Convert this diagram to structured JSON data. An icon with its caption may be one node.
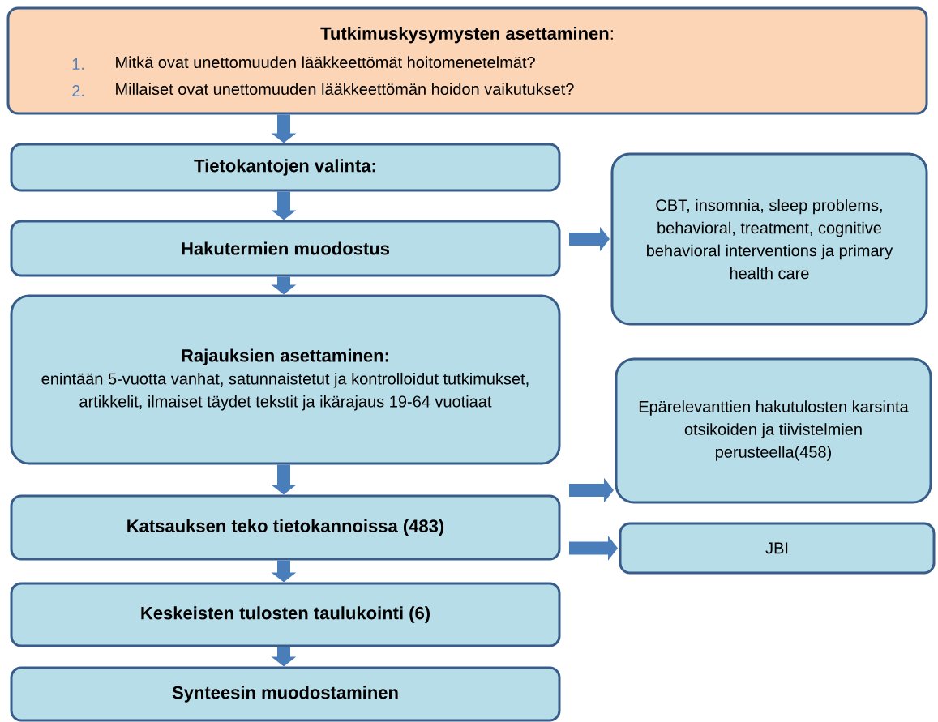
{
  "diagram": {
    "nodes": [
      {
        "text": [
          "**Tutkimuskysymysten asettaminen**:",
          "Mitkä ovat unettomuuden lääkkeettömät hoitomenetelmät?",
          "Millaiset ovat unettomuuden lääkkeettömän hoidon vaikutukset?"
        ]
      },
      {
        "text": [
          "Tietokantojen valinta:"
        ]
      },
      {
        "text": [
          "Hakutermien muodostus"
        ]
      },
      {
        "text": [
          "Rajauksien asettaminen:",
          "enintään 5-vuotta vanhat, satunnaistetut ja kontrolloidut tutkimukset, artikkelit, ilmaiset täydet tekstit ja ikärajaus 19-64 vuotiaat"
        ]
      },
      {
        "text": [
          "Katsauksen teko tietokannoissa (483)"
        ]
      },
      {
        "text": [
          "Keskeisten tulosten taulukointi (6)"
        ]
      },
      {
        "text": [
          "Synteesin muodostaminen"
        ]
      },
      {
        "text": [
          "CBT, insomnia, sleep problems, behavioral, treatment, cognitive behavioral interventions ja primary health care"
        ]
      },
      {
        "text": [
          "Epärelevanttien hakutulosten karsinta otsikoiden ja tiivistelmien perusteella(458)"
        ]
      },
      {
        "text": [
          "JBI"
        ]
      }
    ],
    "edges": [
      {
        "from": 0,
        "to": 1,
        "arrow": "to"
      },
      {
        "from": 1,
        "to": 2,
        "arrow": "to"
      },
      {
        "from": 2,
        "to": 3,
        "arrow": "to"
      },
      {
        "from": 3,
        "to": 4,
        "arrow": "to"
      },
      {
        "from": 4,
        "to": 5,
        "arrow": "to"
      },
      {
        "from": 5,
        "to": 6,
        "arrow": "to"
      },
      {
        "from": 2,
        "to": 7,
        "arrow": "to"
      },
      {
        "from": 4,
        "to": 8,
        "arrow": "to"
      },
      {
        "from": 4,
        "to": 9,
        "arrow": "to"
      }
    ],
    "labels": [
      "1.",
      "2."
    ]
  }
}
